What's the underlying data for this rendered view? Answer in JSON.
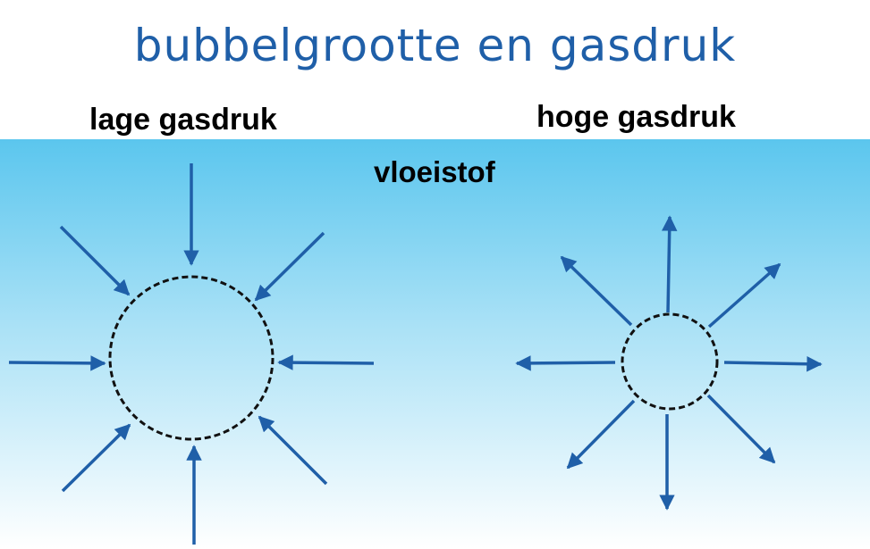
{
  "title": "bubbelgrootte en gasdruk",
  "labels": {
    "left": "lage gasdruk",
    "right": "hoge gasdruk",
    "liquid": "vloeistof"
  },
  "colors": {
    "title": "#1f5fa8",
    "arrow": "#1f5fa8",
    "liquid_top": "#5bc6ee",
    "liquid_bottom": "#ffffff",
    "bubble_outline": "#111111"
  },
  "icons": {
    "arrows_in": "arrow-inward-icon",
    "arrows_out": "arrow-outward-icon"
  }
}
